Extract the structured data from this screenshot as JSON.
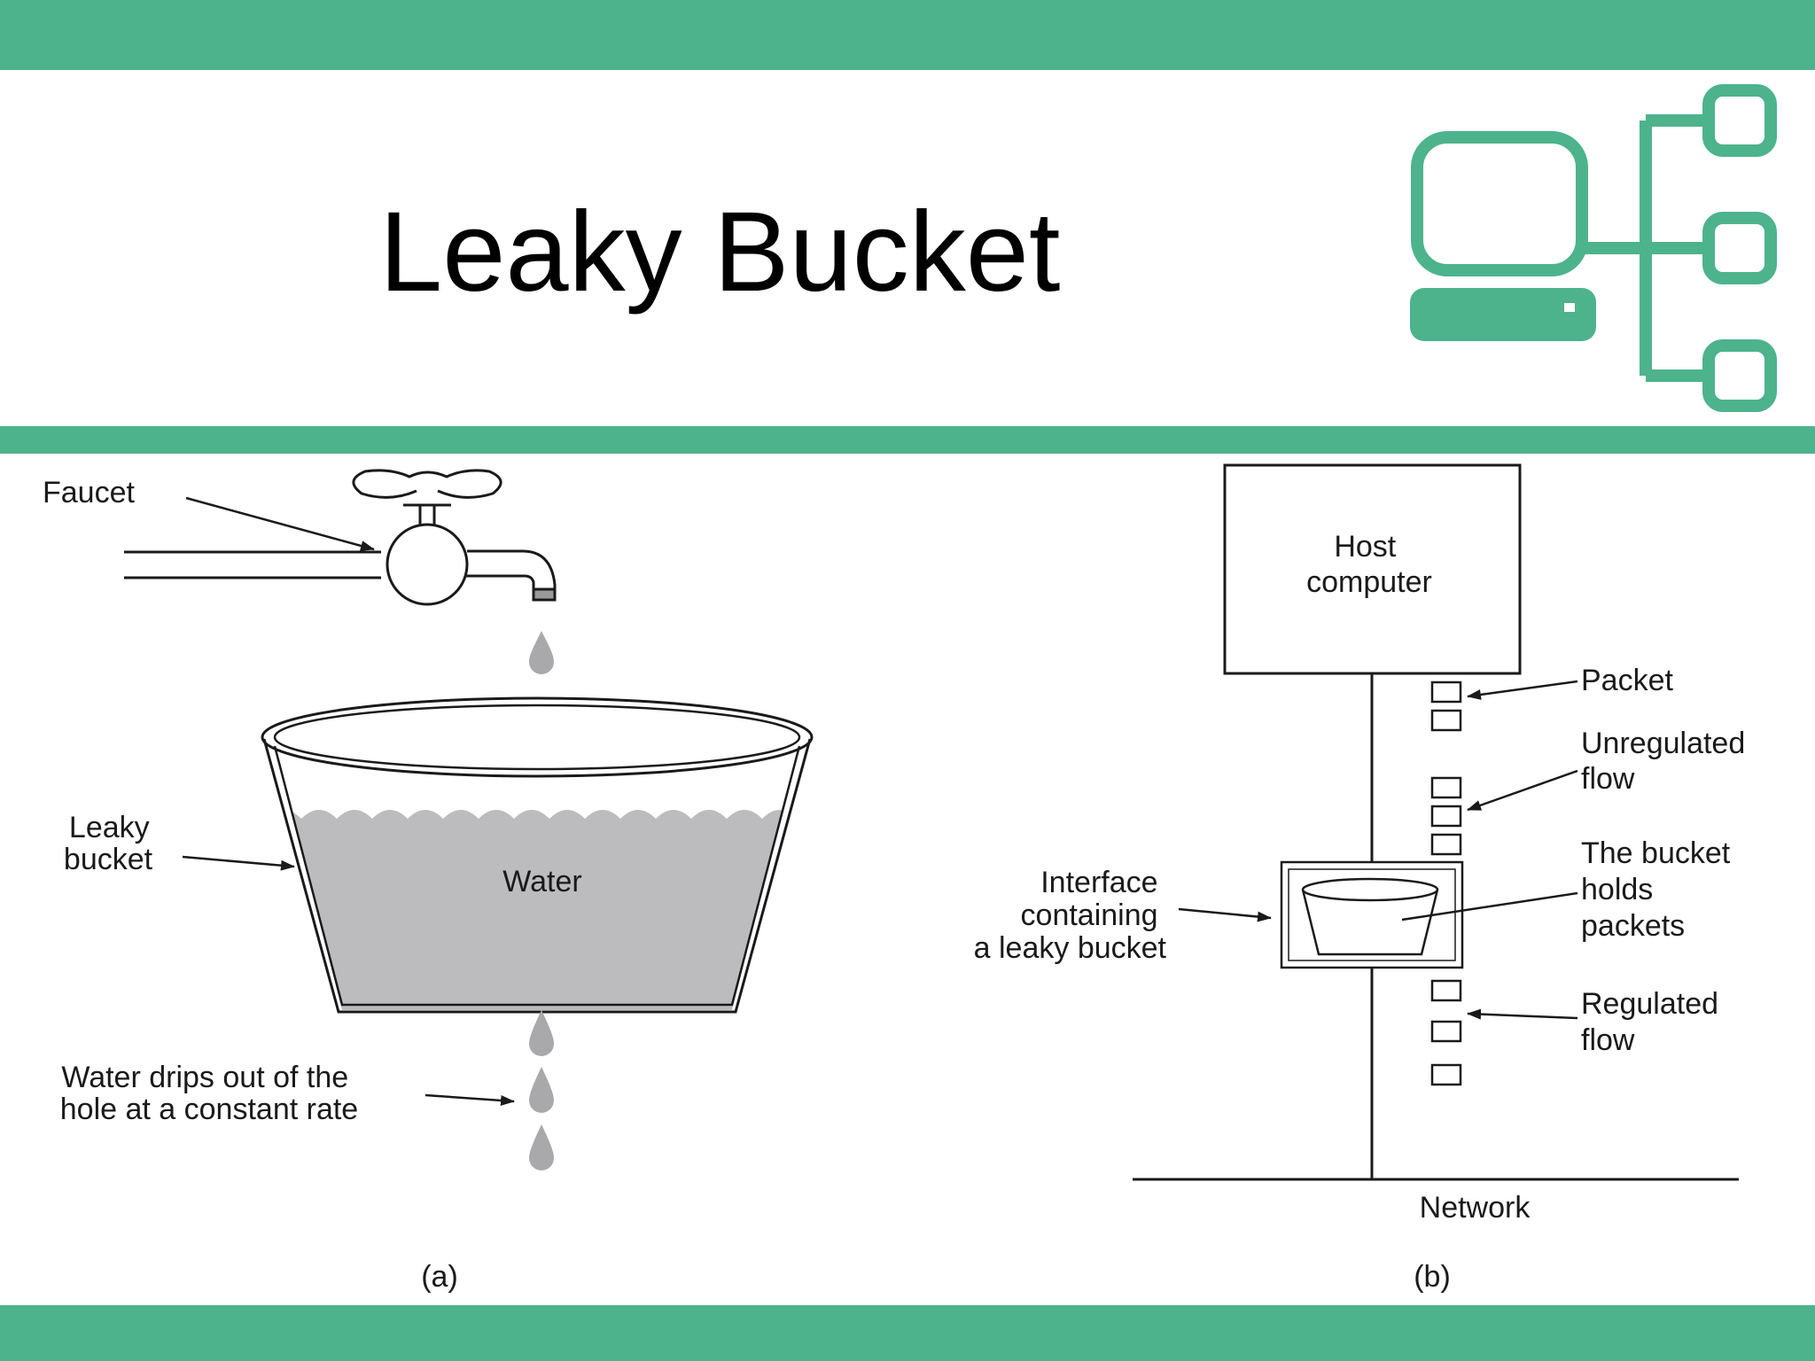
{
  "slide": {
    "title": "Leaky Bucket"
  },
  "colors": {
    "accent": "#4db38c",
    "water": "#bcbcbe",
    "drop": "#a9a9ab"
  },
  "logo": {
    "icon": "computer-network-icon"
  },
  "figure_a": {
    "caption": "(a)",
    "faucet_label": "Faucet",
    "bucket_label": [
      "Leaky",
      "bucket"
    ],
    "water_label": "Water",
    "drip_label": [
      "Water drips out of the",
      "hole at a constant rate"
    ]
  },
  "figure_b": {
    "caption": "(b)",
    "host_label": [
      "Host",
      "computer"
    ],
    "packet_label": "Packet",
    "unregulated_label": [
      "Unregulated",
      "flow"
    ],
    "bucket_holds_label": [
      "The bucket",
      "holds",
      "packets"
    ],
    "interface_label": [
      "Interface",
      "containing",
      "a leaky bucket"
    ],
    "regulated_label": [
      "Regulated",
      "flow"
    ],
    "network_label": "Network"
  }
}
